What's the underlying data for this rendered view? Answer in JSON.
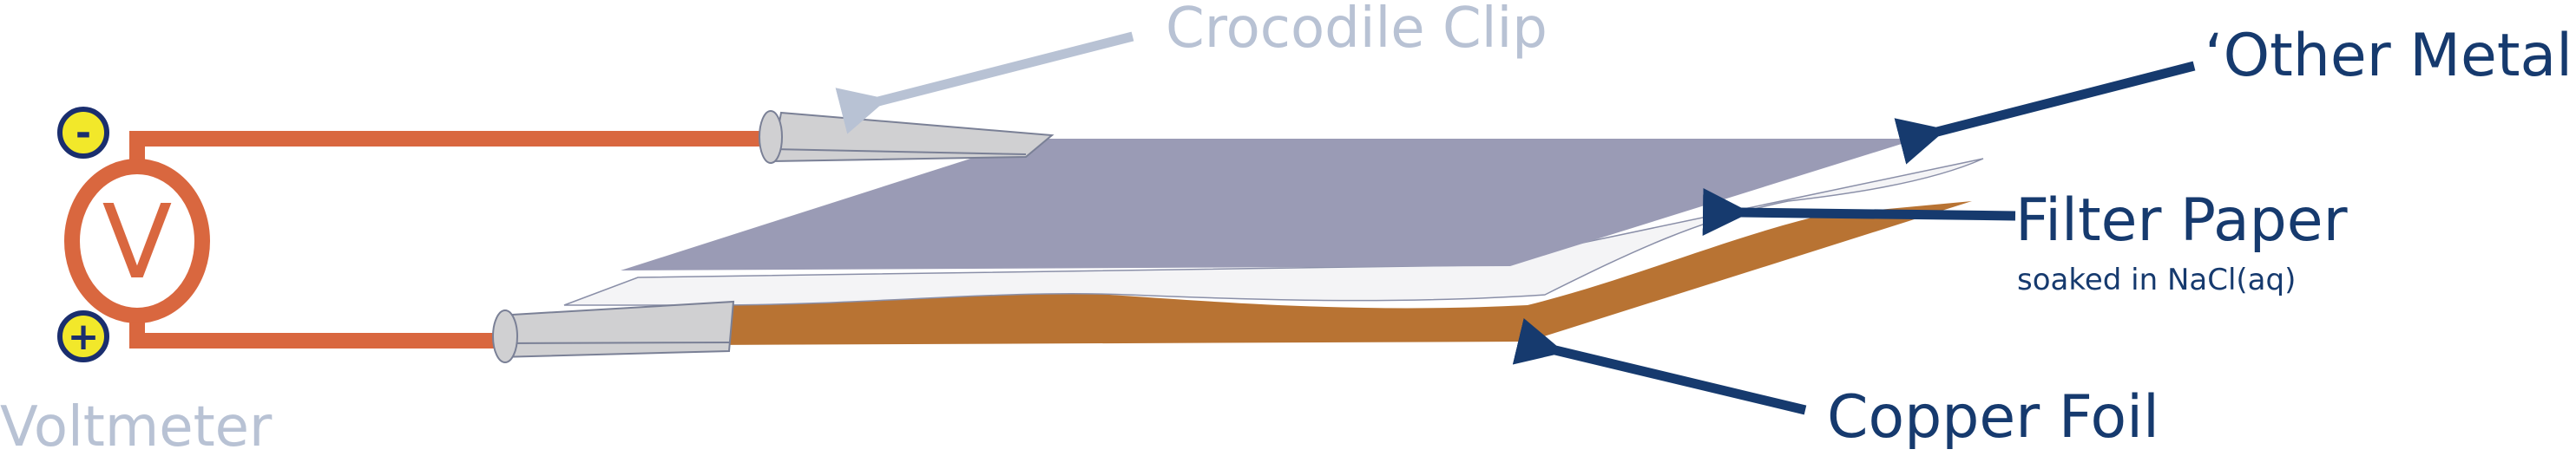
{
  "labels": {
    "crocodile_clip": "Crocodile Clip",
    "other_metal": "‘Other Metal’",
    "filter_paper": "Filter Paper",
    "filter_paper_note": "soaked in NaCl(aq)",
    "copper_foil": "Copper Foil",
    "voltmeter": "Voltmeter"
  },
  "voltmeter": {
    "symbol": "V",
    "negative_terminal": "-",
    "positive_terminal": "+"
  },
  "colors": {
    "wire": "#d9673f",
    "voltmeter_ring": "#d9673f",
    "terminal_fill": "#f2e82a",
    "terminal_stroke": "#1a2e6e",
    "other_metal": "#9a9bb5",
    "filter_paper": "#f4f4f6",
    "copper_foil": "#b87333",
    "clip": "#d0d0d2",
    "arrow_navy": "#163a6e",
    "arrow_grey": "#b8c2d4"
  },
  "icons": [
    "voltmeter-icon",
    "crocodile-clip-icon",
    "negative-terminal-icon",
    "positive-terminal-icon"
  ]
}
